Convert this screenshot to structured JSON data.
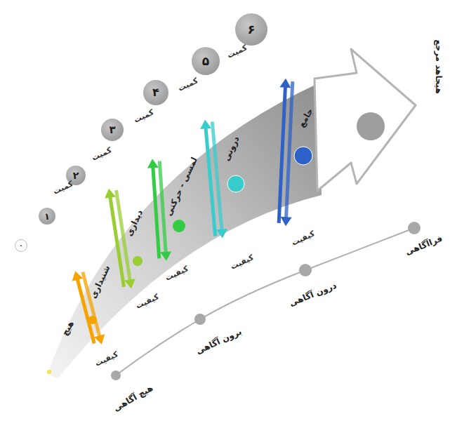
{
  "diagram": {
    "nodes": [
      {
        "text": [
          "۰"
        ]
      },
      {
        "text": [
          "۱"
        ]
      },
      {
        "text": [
          "۲"
        ]
      },
      {
        "text": [
          "۳"
        ]
      },
      {
        "text": [
          "۴"
        ]
      },
      {
        "text": [
          "۵"
        ]
      },
      {
        "text": [
          "۶"
        ]
      }
    ],
    "labels": [
      "کمیت",
      "کمیت",
      "کمیت",
      "کمیت",
      "کمیت",
      "کیفیت",
      "کیفیت",
      "کیفیت",
      "کیفیت",
      "کیفیت",
      "هیچ",
      "شنیداری",
      "دیداری",
      "لمسی - حرکتی",
      "درونی",
      "جامع",
      "هیچ آگاهی",
      "برون آگاهی",
      "درون آگاهی",
      "فراآگاهی",
      "هیجاهد مرجع"
    ]
  }
}
